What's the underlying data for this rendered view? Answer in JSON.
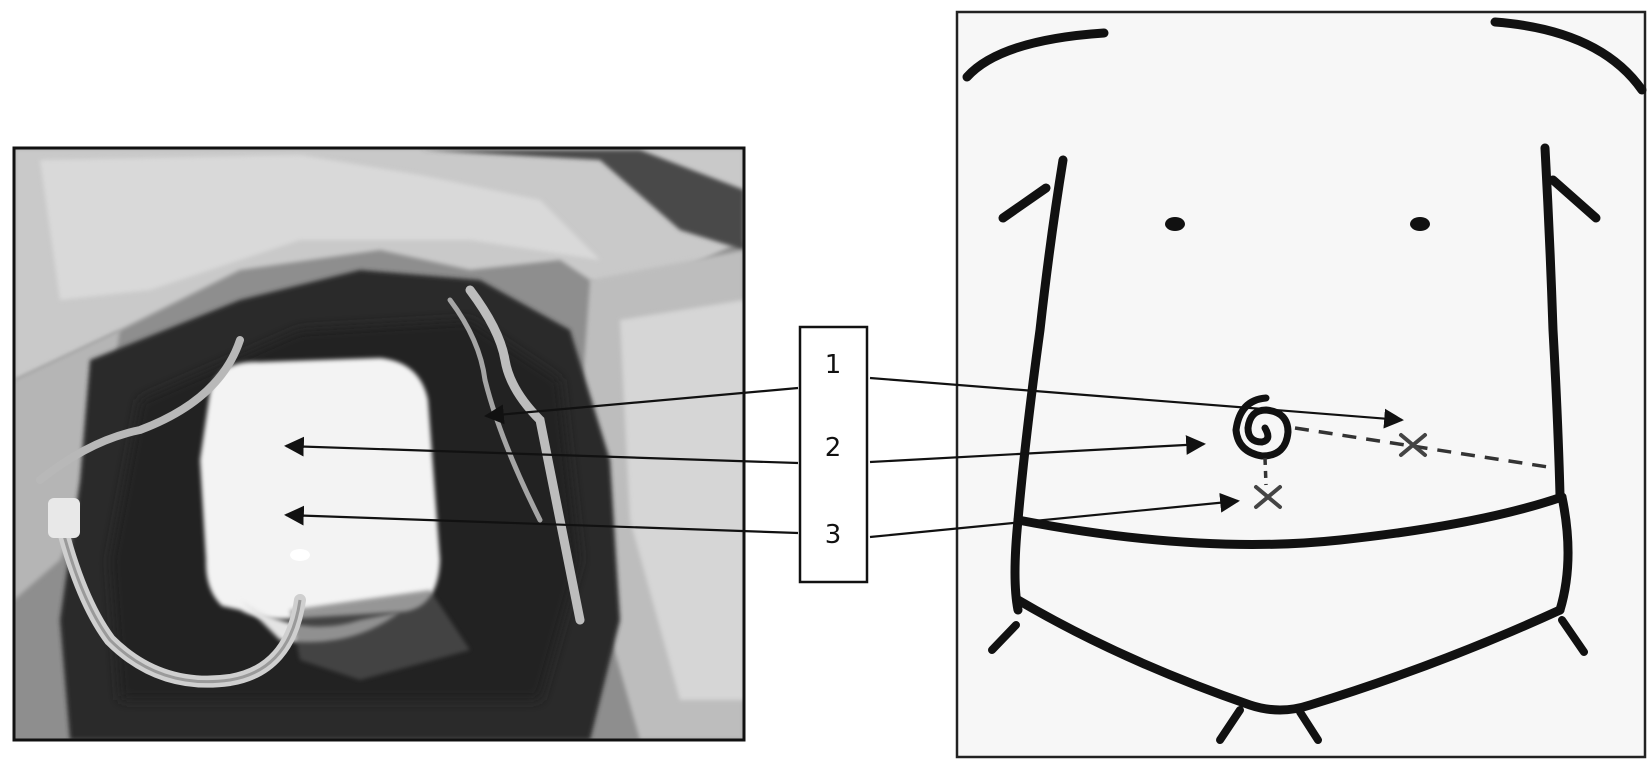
{
  "figure": {
    "panels": [
      {
        "id": "photo",
        "kind": "grayscale-intraoperative-photo"
      },
      {
        "id": "drawing",
        "kind": "abdomen-line-drawing"
      }
    ],
    "legend_labels": [
      "1",
      "2",
      "3"
    ],
    "colors": {
      "ink": "#111111",
      "background": "#ffffff",
      "photo_dark": "#2a2a2a",
      "photo_gauze": "#f2f2f2"
    }
  }
}
